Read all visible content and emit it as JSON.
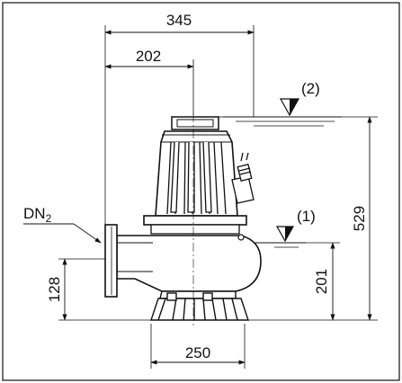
{
  "dimensions": {
    "width_345": "345",
    "width_202": "202",
    "width_250": "250",
    "height_529": "529",
    "height_201": "201",
    "height_128": "128"
  },
  "labels": {
    "outlet": "DN",
    "outlet_subscript": "2",
    "level_1": "(1)",
    "level_2": "(2)"
  },
  "colors": {
    "line": "#111111",
    "background": "#ffffff"
  }
}
